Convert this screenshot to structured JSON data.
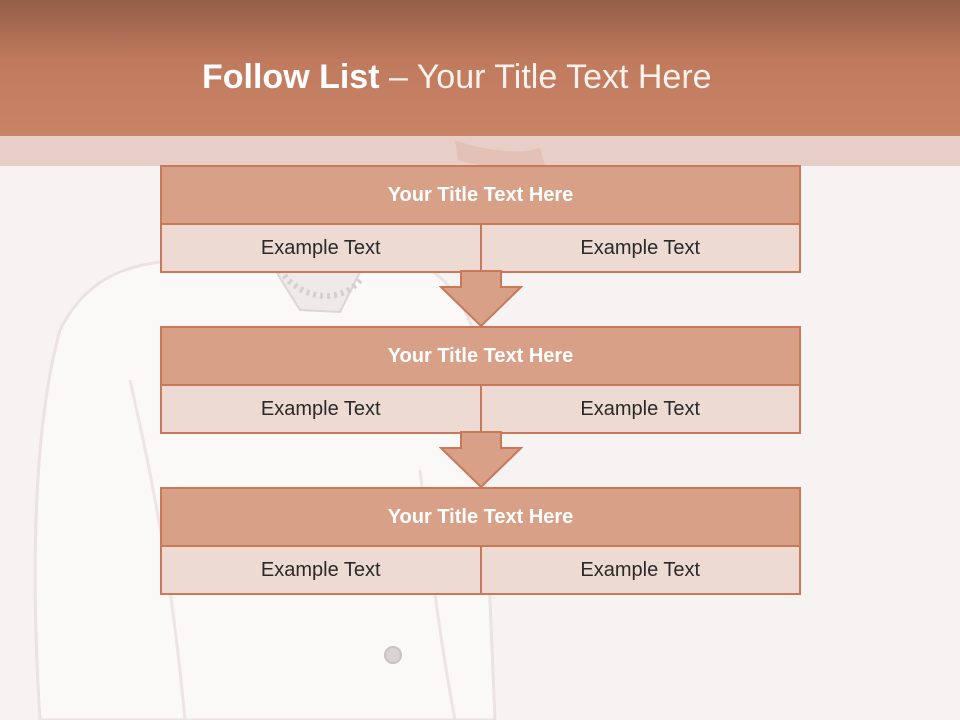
{
  "slide": {
    "title_bold": "Follow List",
    "title_rest": " – Your Title Text Here"
  },
  "blocks": [
    {
      "title": "Your Title Text Here",
      "left": "Example Text",
      "right": "Example Text"
    },
    {
      "title": "Your Title Text Here",
      "left": "Example Text",
      "right": "Example Text"
    },
    {
      "title": "Your Title Text Here",
      "left": "Example Text",
      "right": "Example Text"
    }
  ],
  "colors": {
    "header": "#c98466",
    "block_head": "#d8a187",
    "block_body": "#eddad2",
    "border": "#c9785a"
  }
}
